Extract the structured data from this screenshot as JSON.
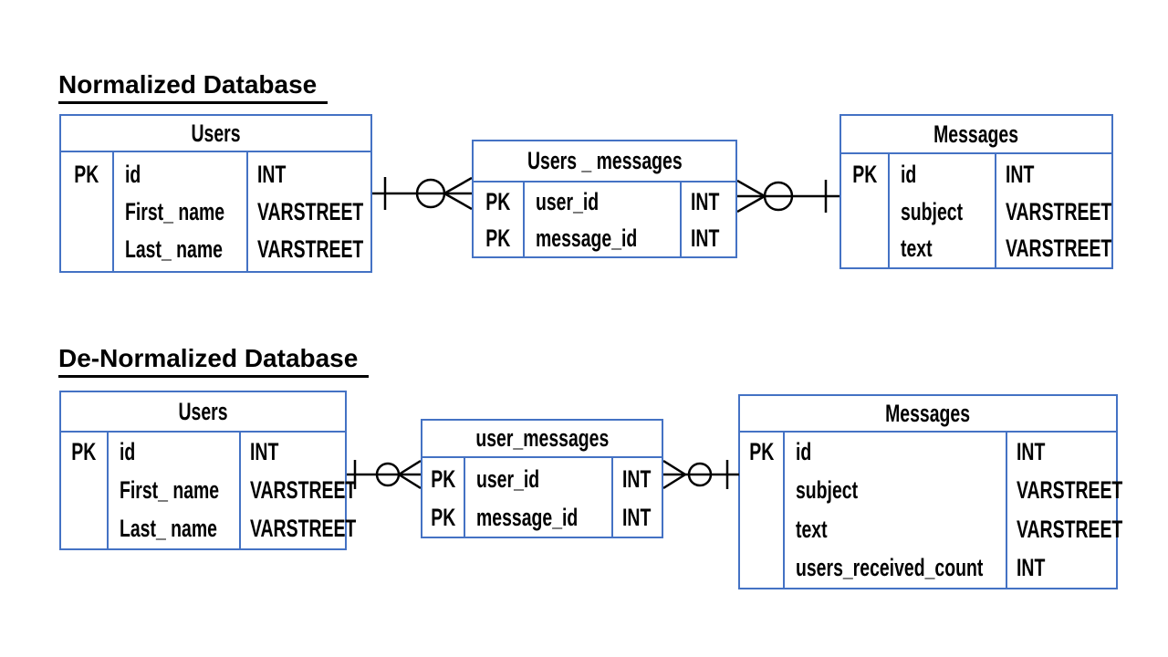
{
  "colors": {
    "table_border": "#4472C4",
    "text": "#000000",
    "connector": "#000000",
    "background": "#ffffff"
  },
  "sections": {
    "normalized": {
      "title": "Normalized Database",
      "users": {
        "title": "Users",
        "rows": [
          {
            "key": "PK",
            "name": "id",
            "type": "INT"
          },
          {
            "key": "",
            "name": "First_ name",
            "type": "VARSTREET"
          },
          {
            "key": "",
            "name": "Last_ name",
            "type": "VARSTREET"
          }
        ]
      },
      "users_messages": {
        "title": "Users _ messages",
        "rows": [
          {
            "key": "PK",
            "name": "user_id",
            "type": "INT"
          },
          {
            "key": "PK",
            "name": "message_id",
            "type": "INT"
          }
        ]
      },
      "messages": {
        "title": "Messages",
        "rows": [
          {
            "key": "PK",
            "name": "id",
            "type": "INT"
          },
          {
            "key": "",
            "name": "subject",
            "type": "VARSTREET"
          },
          {
            "key": "",
            "name": "text",
            "type": "VARSTREET"
          }
        ]
      },
      "relationships": [
        {
          "left_entity": "Users",
          "right_entity": "Users _ messages",
          "left_cardinality": "one",
          "right_cardinality": "zero-or-many"
        },
        {
          "left_entity": "Users _ messages",
          "right_entity": "Messages",
          "left_cardinality": "zero-or-many",
          "right_cardinality": "one"
        }
      ]
    },
    "denormalized": {
      "title": "De-Normalized Database",
      "users": {
        "title": "Users",
        "rows": [
          {
            "key": "PK",
            "name": "id",
            "type": "INT"
          },
          {
            "key": "",
            "name": "First_ name",
            "type": "VARSTREET"
          },
          {
            "key": "",
            "name": "Last_ name",
            "type": "VARSTREET"
          }
        ]
      },
      "user_messages": {
        "title": "user_messages",
        "rows": [
          {
            "key": "PK",
            "name": "user_id",
            "type": "INT"
          },
          {
            "key": "PK",
            "name": "message_id",
            "type": "INT"
          }
        ]
      },
      "messages": {
        "title": "Messages",
        "rows": [
          {
            "key": "PK",
            "name": "id",
            "type": "INT"
          },
          {
            "key": "",
            "name": "subject",
            "type": "VARSTREET"
          },
          {
            "key": "",
            "name": "text",
            "type": "VARSTREET"
          },
          {
            "key": "",
            "name": "users_received_count",
            "type": "INT"
          }
        ]
      },
      "relationships": [
        {
          "left_entity": "Users",
          "right_entity": "user_messages",
          "left_cardinality": "one",
          "right_cardinality": "zero-or-many"
        },
        {
          "left_entity": "user_messages",
          "right_entity": "Messages",
          "left_cardinality": "zero-or-many",
          "right_cardinality": "one"
        }
      ]
    }
  }
}
